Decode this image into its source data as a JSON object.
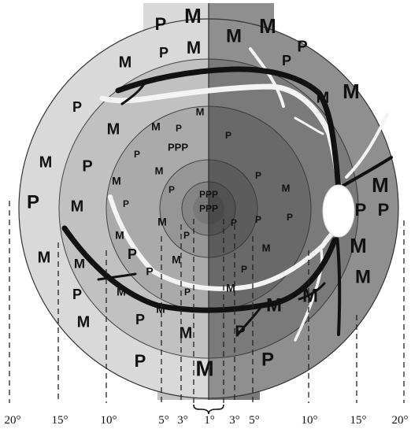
{
  "colors": {
    "ring_20_left": "#d9d9d9",
    "ring_15_left": "#c1c1c1",
    "ring_10_left": "#aaaaaa",
    "ring_5_left": "#969696",
    "ring_3_left": "#858585",
    "center_left": "#787878",
    "ring_20_right": "#8f8f8f",
    "ring_15_right": "#7a7a7a",
    "ring_10_right": "#696969",
    "ring_5_right": "#5c5c5c",
    "ring_3_right": "#525252",
    "center_right": "#4a4a4a",
    "vessel_dark": "#111111",
    "vessel_light": "#f4f4f4",
    "optic_disc": "#ffffff"
  },
  "cell_labels": {
    "m": "M",
    "p": "P",
    "ppp": "PPP"
  },
  "degree_labels": {
    "d20_left": "20°",
    "d15_left": "15°",
    "d10_left": "10°",
    "d5_left": "5°",
    "d3_left": "3°",
    "d1": "1°",
    "d3_right": "3°",
    "d5_right": "5°",
    "d10_right": "10°",
    "d15_right": "15°",
    "d20_right": "20°"
  }
}
